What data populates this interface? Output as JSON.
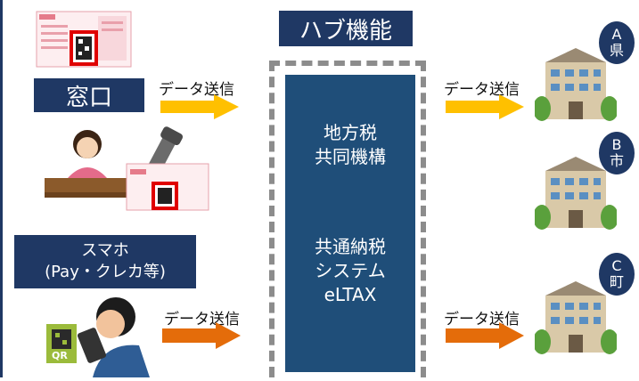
{
  "hub": {
    "title": "ハブ機能",
    "core_line1": "地方税",
    "core_line2": "共同機構",
    "core_line3": "共通納税",
    "core_line4": "システム",
    "core_line5": "eLTAX"
  },
  "left": {
    "counter_label": "窓口",
    "smartphone_line1": "スマホ",
    "smartphone_line2": "(Pay・クレカ等)"
  },
  "flows": {
    "send_label": "データ送信"
  },
  "authorities": [
    {
      "letter": "A",
      "kanji": "県"
    },
    {
      "letter": "B",
      "kanji": "市"
    },
    {
      "letter": "C",
      "kanji": "町"
    }
  ],
  "qr_badge": "QR",
  "colors": {
    "navy": "#1f3864",
    "core": "#1f4e79",
    "arrow_yellow": "#ffc000",
    "arrow_orange": "#e46c0a"
  }
}
